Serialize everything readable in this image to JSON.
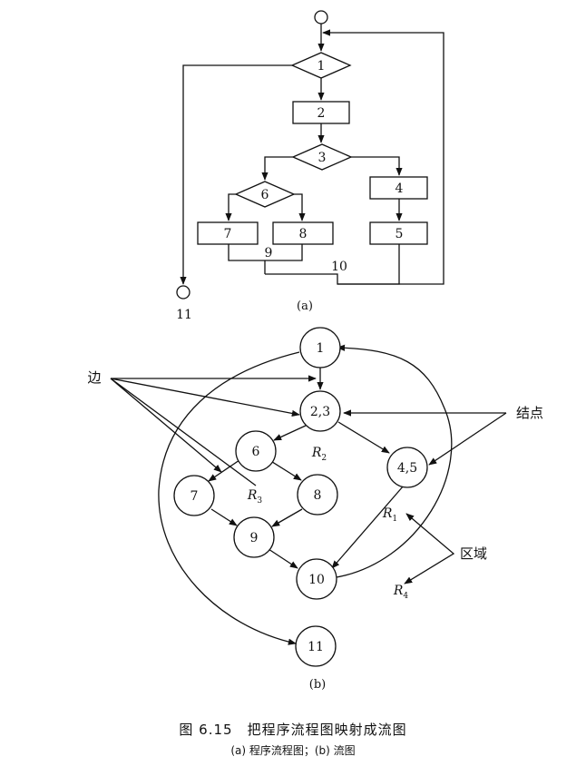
{
  "flowchart": {
    "nodes": [
      {
        "id": "1",
        "label": "1",
        "shape": "diamond"
      },
      {
        "id": "2",
        "label": "2",
        "shape": "process"
      },
      {
        "id": "3",
        "label": "3",
        "shape": "diamond"
      },
      {
        "id": "4",
        "label": "4",
        "shape": "process"
      },
      {
        "id": "5",
        "label": "5",
        "shape": "process"
      },
      {
        "id": "6",
        "label": "6",
        "shape": "diamond"
      },
      {
        "id": "7",
        "label": "7",
        "shape": "process"
      },
      {
        "id": "8",
        "label": "8",
        "shape": "process"
      },
      {
        "id": "11",
        "label": "11",
        "shape": "terminator"
      }
    ],
    "junction_labels": {
      "j9": "9",
      "j10": "10"
    },
    "sublabel": "(a)"
  },
  "flowgraph": {
    "nodes": [
      {
        "id": "1",
        "label": "1"
      },
      {
        "id": "23",
        "label": "2,3"
      },
      {
        "id": "6",
        "label": "6"
      },
      {
        "id": "45",
        "label": "4,5"
      },
      {
        "id": "7",
        "label": "7"
      },
      {
        "id": "8",
        "label": "8"
      },
      {
        "id": "9",
        "label": "9"
      },
      {
        "id": "10",
        "label": "10"
      },
      {
        "id": "11",
        "label": "11"
      }
    ],
    "edges": [
      [
        "1",
        "23"
      ],
      [
        "23",
        "6"
      ],
      [
        "23",
        "45"
      ],
      [
        "6",
        "7"
      ],
      [
        "6",
        "8"
      ],
      [
        "7",
        "9"
      ],
      [
        "8",
        "9"
      ],
      [
        "9",
        "10"
      ],
      [
        "45",
        "10"
      ],
      [
        "10",
        "1"
      ],
      [
        "1",
        "11"
      ]
    ],
    "regions": [
      {
        "base": "R",
        "sub": "1"
      },
      {
        "base": "R",
        "sub": "2"
      },
      {
        "base": "R",
        "sub": "3"
      },
      {
        "base": "R",
        "sub": "4"
      }
    ],
    "annotations": {
      "edge": "边",
      "node": "结点",
      "region": "区域"
    },
    "sublabel": "(b)"
  },
  "caption": {
    "main": "图 6.15　把程序流程图映射成流图",
    "sub": "(a) 程序流程图；(b) 流图"
  }
}
